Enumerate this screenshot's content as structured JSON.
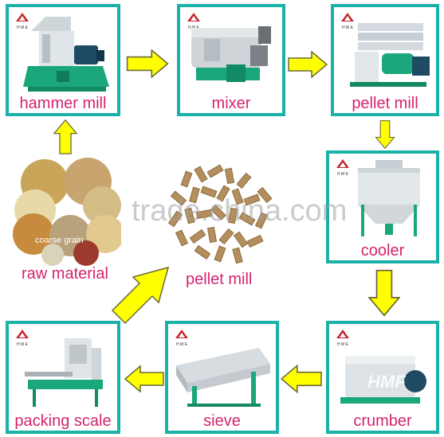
{
  "steps": {
    "hammer_mill": "hammer mill",
    "mixer": "mixer",
    "pellet_mill_top": "pellet mill",
    "cooler": "cooler",
    "crumber": "crumber",
    "sieve": "sieve",
    "packing_scale": "packing scale",
    "raw_material": "raw material",
    "pellet_mill_center": "pellet mill"
  },
  "raw_material_overlays": {
    "coarse_grain": "coarse grain"
  },
  "watermark": "trade.china.com",
  "logo_text": "HME",
  "crumber_overlay": "HMF",
  "colors": {
    "border": "#1ab2a8",
    "label": "#d4246f",
    "arrow_fill": "#ffff00",
    "arrow_stroke": "#6a6a3a"
  }
}
